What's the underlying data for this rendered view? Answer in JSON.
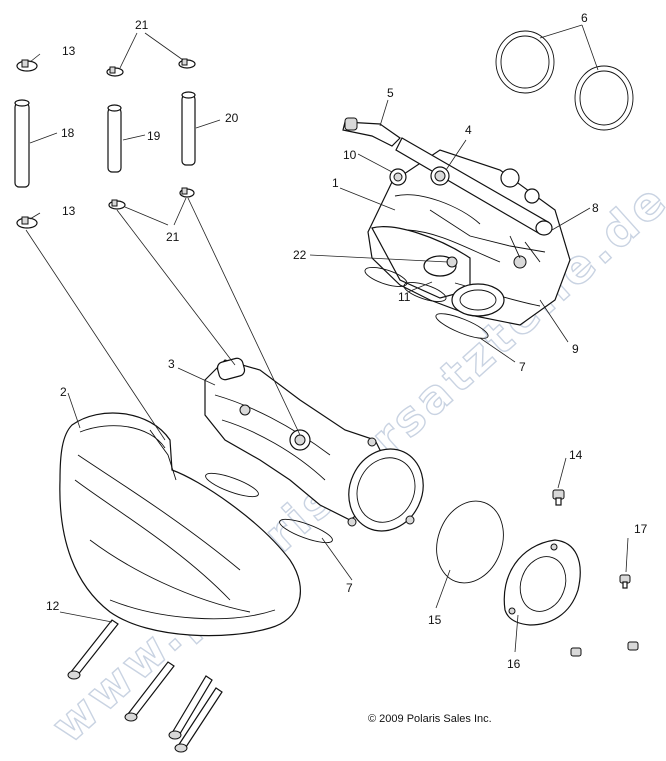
{
  "watermark": "www.polarissersatzteile.de",
  "copyright": "© 2009 Polaris Sales Inc.",
  "callouts": {
    "c2": "2",
    "c3": "3",
    "c1": "1",
    "c4": "4",
    "c5": "5",
    "c6": "6",
    "c7a": "7",
    "c7b": "7",
    "c8": "8",
    "c9": "9",
    "c10": "10",
    "c11": "11",
    "c12": "12",
    "c13a": "13",
    "c13b": "13",
    "c14": "14",
    "c15": "15",
    "c16": "16",
    "c17": "17",
    "c18": "18",
    "c19": "19",
    "c20": "20",
    "c21a": "21",
    "c21b": "21",
    "c22": "22"
  }
}
